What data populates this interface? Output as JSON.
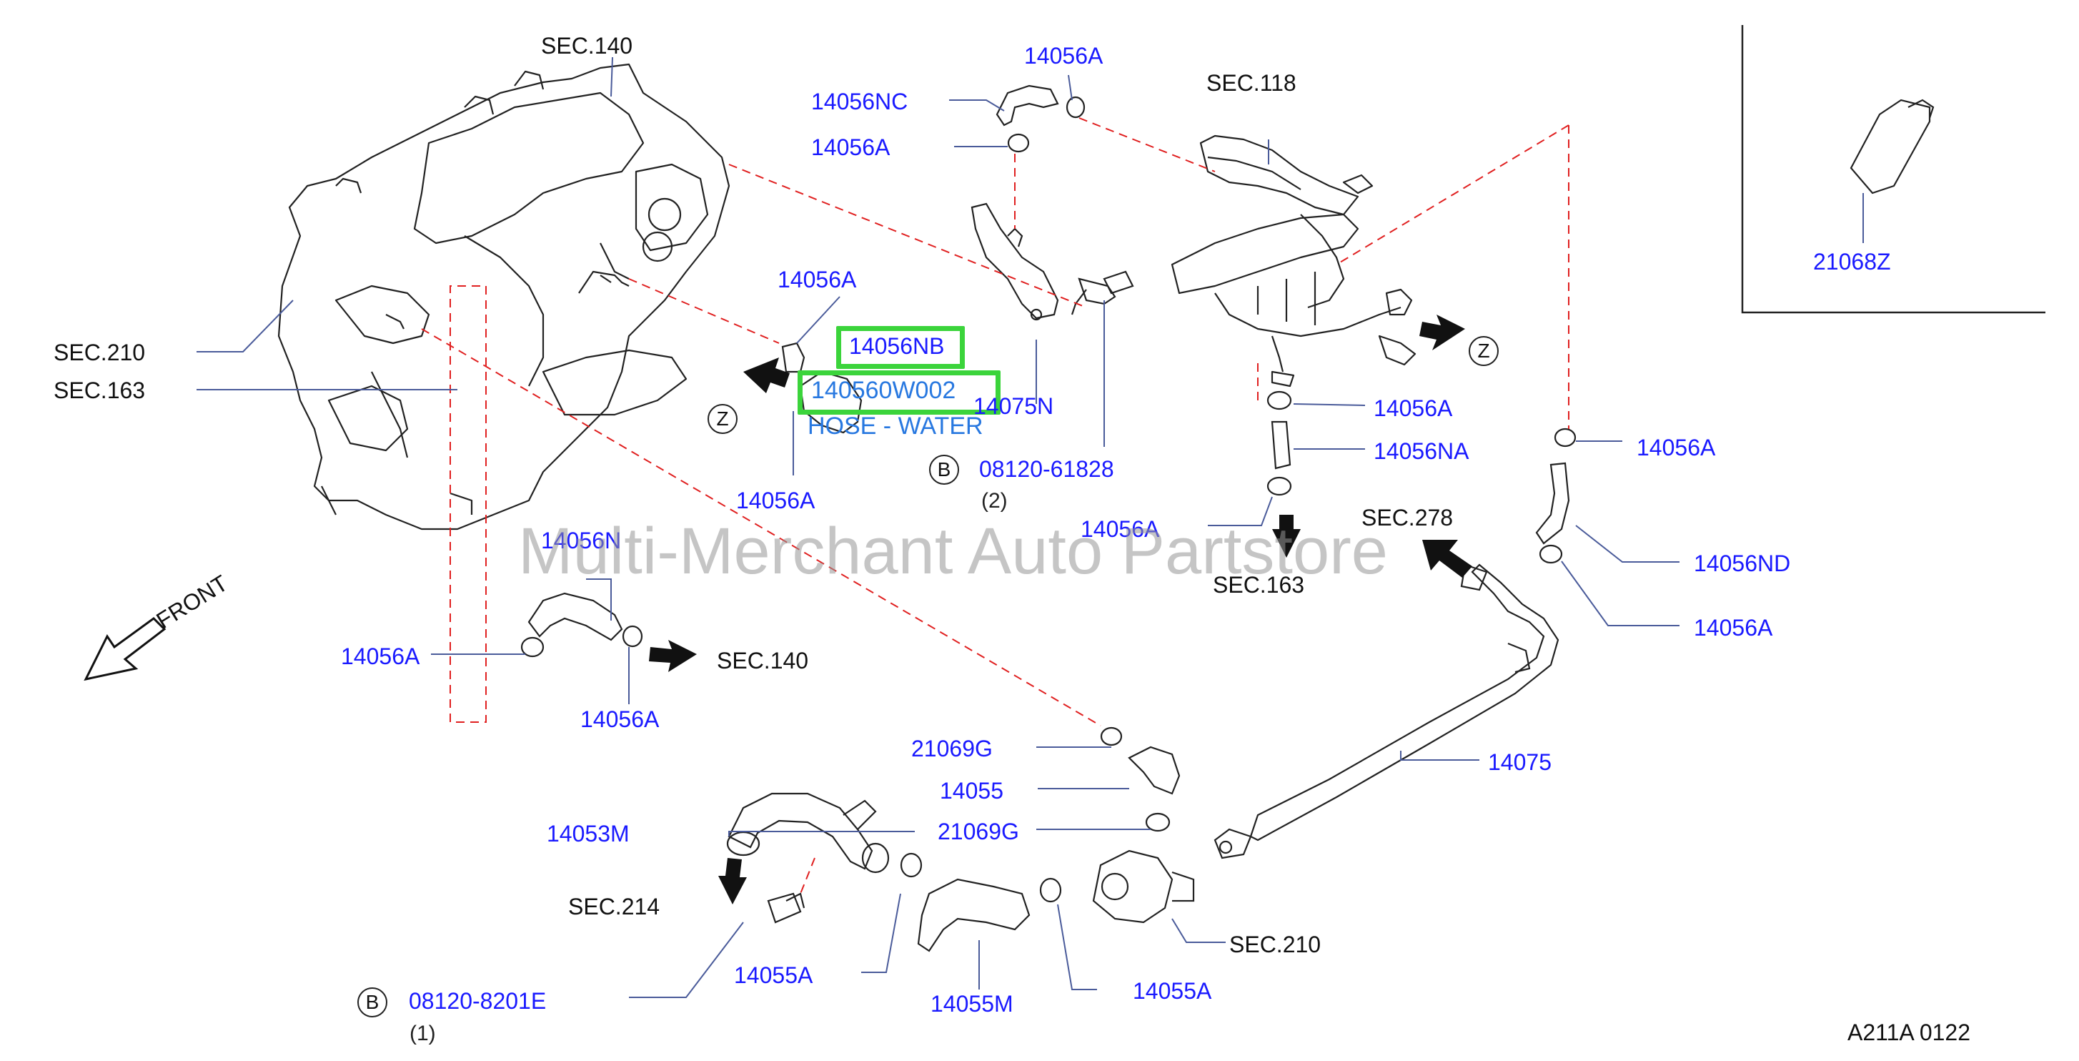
{
  "labels": {
    "sec140_top": "SEC.140",
    "sec118": "SEC.118",
    "sec210_left": "SEC.210",
    "sec163_left": "SEC.163",
    "p14056a_top": "14056A",
    "p14056nc": "14056NC",
    "p14056a_2": "14056A",
    "p14056a_3": "14056A",
    "p14056nb": "14056NB",
    "p14075n": "14075N",
    "p14056a_4": "14056A",
    "bolt_08120_61828": "08120-61828",
    "qty_2": "(2)",
    "p14056a_5": "14056A",
    "p14056na": "14056NA",
    "p14056a_6": "14056A",
    "sec278": "SEC.278",
    "sec163_mid": "SEC.163",
    "p14056a_right1": "14056A",
    "p14056nd": "14056ND",
    "p14056a_right2": "14056A",
    "p14056n": "14056N",
    "p14056a_left1": "14056A",
    "sec140_mid": "SEC.140",
    "p14056a_left2": "14056A",
    "p21069g_1": "21069G",
    "p14055": "14055",
    "p21069g_2": "21069G",
    "p14075": "14075",
    "p14053m": "14053M",
    "sec214": "SEC.214",
    "p14055a_1": "14055A",
    "p14055m": "14055M",
    "p14055a_2": "14055A",
    "sec210_bottom": "SEC.210",
    "bolt_08120_8201e": "08120-8201E",
    "qty_1": "(1)",
    "p21068z": "21068Z",
    "diagram_code": "A211A  0122",
    "front": "FRONT"
  },
  "selected_part": {
    "number": "140560W002",
    "description": "HOSE - WATER"
  },
  "markers": {
    "b": "B",
    "z": "Z"
  },
  "watermark": "Multi-Merchant Auto Partstore",
  "colors": {
    "part_label": "#1a1aff",
    "highlight": "#3bd43b",
    "dashed_leader": "#e02020",
    "line_art": "#222222",
    "watermark": "#969696"
  }
}
